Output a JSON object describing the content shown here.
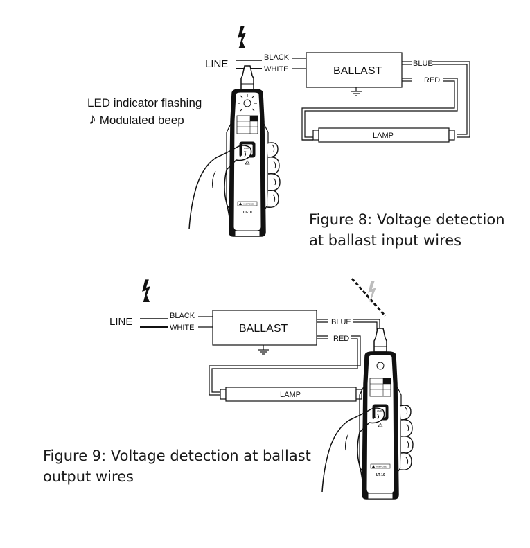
{
  "figure8": {
    "line_label": "LINE",
    "black_label": "BLACK",
    "white_label": "WHITE",
    "ballast_label": "BALLAST",
    "blue_label": "BLUE",
    "red_label": "RED",
    "lamp_label": "LAMP",
    "led_text": "LED indicator flashing",
    "beep_text": "Modulated beep",
    "beep_symbol": "♪",
    "caption_line1": "Figure 8: Voltage detection",
    "caption_line2": "at ballast input wires"
  },
  "figure9": {
    "line_label": "LINE",
    "black_label": "BLACK",
    "white_label": "WHITE",
    "ballast_label": "BALLAST",
    "blue_label": "BLUE",
    "red_label": "RED",
    "lamp_label": "LAMP",
    "caption_line1": "Figure 9: Voltage detection at ballast",
    "caption_line2": "output wires"
  },
  "tester": {
    "button_line1": "LAMP",
    "button_line2": "TEST",
    "brand": "AMPROBE",
    "model": "LT-10"
  },
  "colors": {
    "ink": "#111111",
    "device_body": "#ffffff",
    "grey_bolt": "#bdbdbd"
  }
}
